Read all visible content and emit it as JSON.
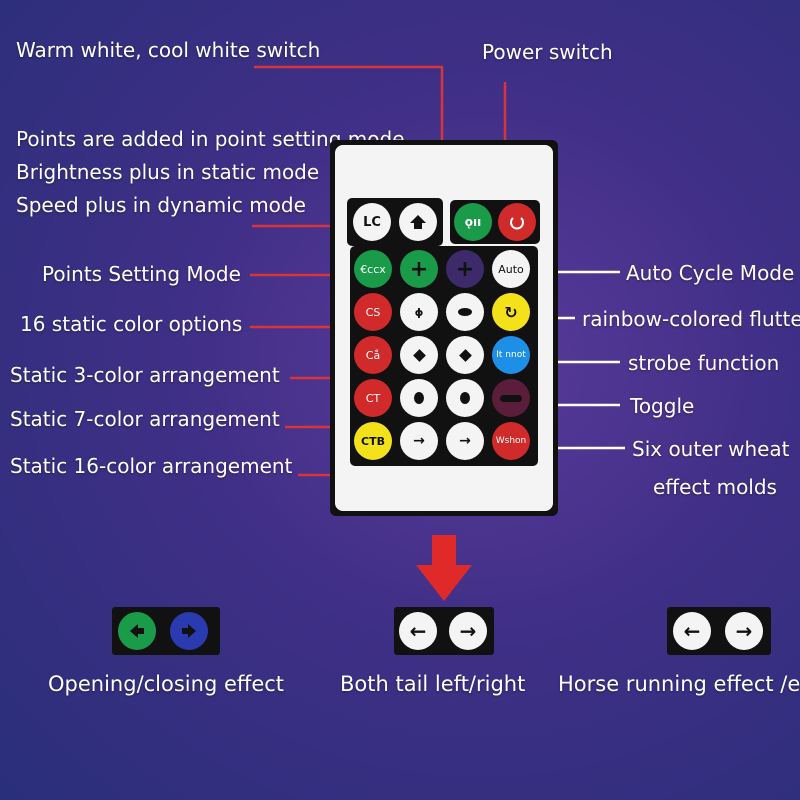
{
  "labels": {
    "warm_cool": "Warm white, cool white switch",
    "power": "Power switch",
    "points_added": "Points are added in point setting mode",
    "brightness_plus": "Brightness plus in static mode",
    "speed_plus": "Speed plus in dynamic mode",
    "points_setting": "Points Setting Mode",
    "static16": "16 static color options",
    "static3": "Static 3-color arrangement",
    "static7": "Static 7-color arrangement",
    "static16arr": "Static 16-color arrangement",
    "auto_cycle": "Auto Cycle Mode",
    "rainbow": "rainbow-colored flutter",
    "strobe": "strobe function",
    "toggle": "Toggle",
    "six_outer_1": "Six outer wheat",
    "six_outer_2": "effect molds",
    "opening_closing": "Opening/closing effect",
    "both_tail": "Both tail left/right",
    "horse_running": "Horse  running effect /eft"
  },
  "remote": {
    "top_row": {
      "lc": "LC",
      "home_icon": "house-icon",
      "mode_icon": "ǫıı",
      "power_icon": "power-icon"
    },
    "grid": [
      [
        {
          "text": "€ccx",
          "color": "#1a9b4a"
        },
        {
          "text": "+",
          "color": "#1a9b4a"
        },
        {
          "text": "+",
          "color": "#3c2a6a"
        },
        {
          "text": "Auto",
          "color": "#f4f4f4"
        }
      ],
      [
        {
          "text": "CS",
          "color": "#d12a2a"
        },
        {
          "text": "ɸ",
          "color": "#f4f4f4"
        },
        {
          "text": "",
          "color": "#f4f4f4"
        },
        {
          "text": "↻",
          "color": "#f3e21a"
        }
      ],
      [
        {
          "text": "Cå",
          "color": "#d12a2a"
        },
        {
          "text": "",
          "color": "#f4f4f4"
        },
        {
          "text": "",
          "color": "#f4f4f4"
        },
        {
          "text": "It nnot",
          "color": "#1e8fe6"
        }
      ],
      [
        {
          "text": "CT",
          "color": "#d12a2a"
        },
        {
          "text": "",
          "color": "#f4f4f4"
        },
        {
          "text": "",
          "color": "#f4f4f4"
        },
        {
          "text": "",
          "color": "#5a1e3a"
        }
      ],
      [
        {
          "text": "CTB",
          "color": "#f3e21a"
        },
        {
          "text": "→",
          "color": "#f4f4f4"
        },
        {
          "text": "→",
          "color": "#f4f4f4"
        },
        {
          "text": "Wshon",
          "color": "#d12a2a"
        }
      ]
    ]
  },
  "bottom": {
    "left": {
      "btn1": "🡄",
      "btn2": "🡆"
    },
    "arrow_left": "←",
    "arrow_right": "→"
  },
  "colors": {
    "line_red": "#d8343a",
    "green": "#1a9b4a",
    "blue": "#2a3ab0",
    "red_arrow": "#e02a2a"
  }
}
